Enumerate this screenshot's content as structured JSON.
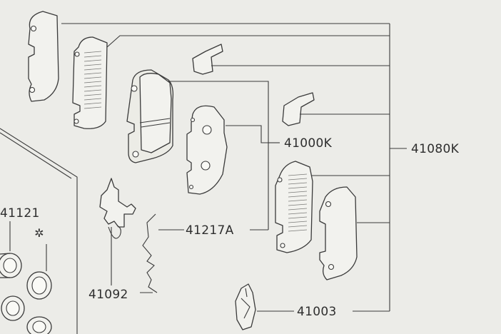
{
  "labels": {
    "pad_kit": "41000K",
    "pad_set": "41080K",
    "retainer_spring": "41217A",
    "shim_kit": "41092",
    "piston_seal": "41121",
    "boot": "41003"
  },
  "notes": {
    "star_mark": "✲"
  }
}
